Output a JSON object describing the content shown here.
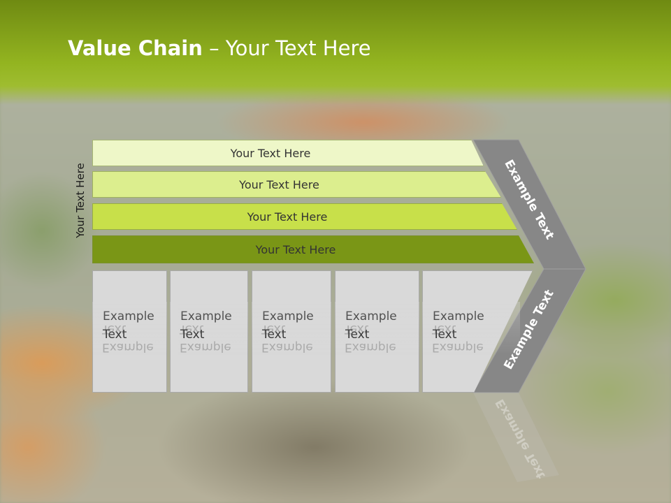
{
  "slide": {
    "title_bold": "Value Chain",
    "title_rest": " – Your Text Here",
    "side_label": "Your Text Here",
    "bars": [
      {
        "label": "Your Text Here",
        "color": "#eef7c8"
      },
      {
        "label": "Your Text Here",
        "color": "#dcee8e"
      },
      {
        "label": "Your Text Here",
        "color": "#c8e04a"
      },
      {
        "label": "Your Text Here",
        "color": "#7a9616"
      }
    ],
    "cells": [
      {
        "line1": "Example",
        "line2": "Text"
      },
      {
        "line1": "Example",
        "line2": "Text"
      },
      {
        "line1": "Example",
        "line2": "Text"
      },
      {
        "line1": "Example",
        "line2": "Text"
      },
      {
        "line1": "Example",
        "line2": "Text"
      }
    ],
    "arrow_top_label": "Example Text",
    "arrow_bottom_label": "Example Text",
    "colors": {
      "header": "#93b420",
      "arrow": "#878787",
      "cell": "#d9d9d9"
    }
  }
}
